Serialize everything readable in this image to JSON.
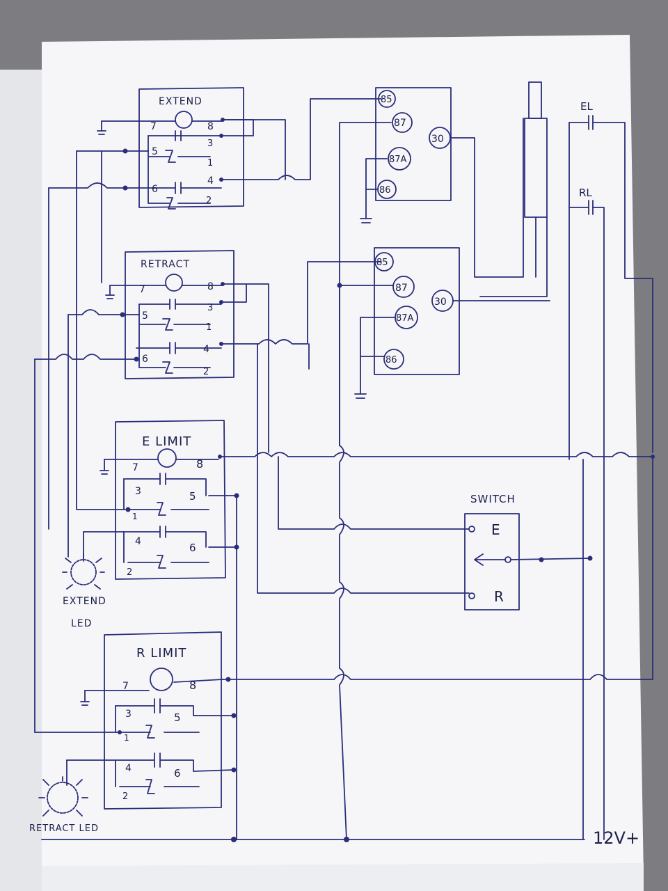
{
  "colors": {
    "ink": "#2a2d7a",
    "paper": "#f6f6f9",
    "desk": "#7d7c80",
    "backsheet": "#e4e6ea"
  },
  "modules": [
    {
      "id": "extend",
      "title": "EXTEND",
      "pins": {
        "p7": "7",
        "p8": "8",
        "p5": "5",
        "p3": "3",
        "p1": "1",
        "p6": "6",
        "p4": "4",
        "p2": "2"
      }
    },
    {
      "id": "retract",
      "title": "RETRACT",
      "pins": {
        "p7": "7",
        "p8": "8",
        "p5": "5",
        "p3": "3",
        "p1": "1",
        "p6": "6",
        "p4": "4",
        "p2": "2"
      }
    },
    {
      "id": "elimit",
      "title": "E LIMIT",
      "pins": {
        "p7": "7",
        "p8": "8",
        "p3": "3",
        "p5": "5",
        "p1": "1",
        "p4": "4",
        "p6": "6",
        "p2": "2"
      }
    },
    {
      "id": "rlimit",
      "title": "R LIMIT",
      "pins": {
        "p7": "7",
        "p8": "8",
        "p3": "3",
        "p5": "5",
        "p1": "1",
        "p4": "4",
        "p6": "6",
        "p2": "2"
      }
    }
  ],
  "relays": [
    {
      "id": "relay1",
      "pins": {
        "p85": "85",
        "p87": "87",
        "p87a": "87A",
        "p86": "86",
        "p30": "30"
      }
    },
    {
      "id": "relay2",
      "pins": {
        "p85": "85",
        "p87": "87",
        "p87a": "87A",
        "p86": "86",
        "p30": "30"
      }
    }
  ],
  "limit_contacts": {
    "el": "EL",
    "rl": "RL"
  },
  "switch": {
    "title": "SWITCH",
    "e": "E",
    "r": "R"
  },
  "leds": {
    "extend_line1": "EXTEND",
    "extend_line2": "LED",
    "retract": "RETRACT LED"
  },
  "supply": "12V+"
}
